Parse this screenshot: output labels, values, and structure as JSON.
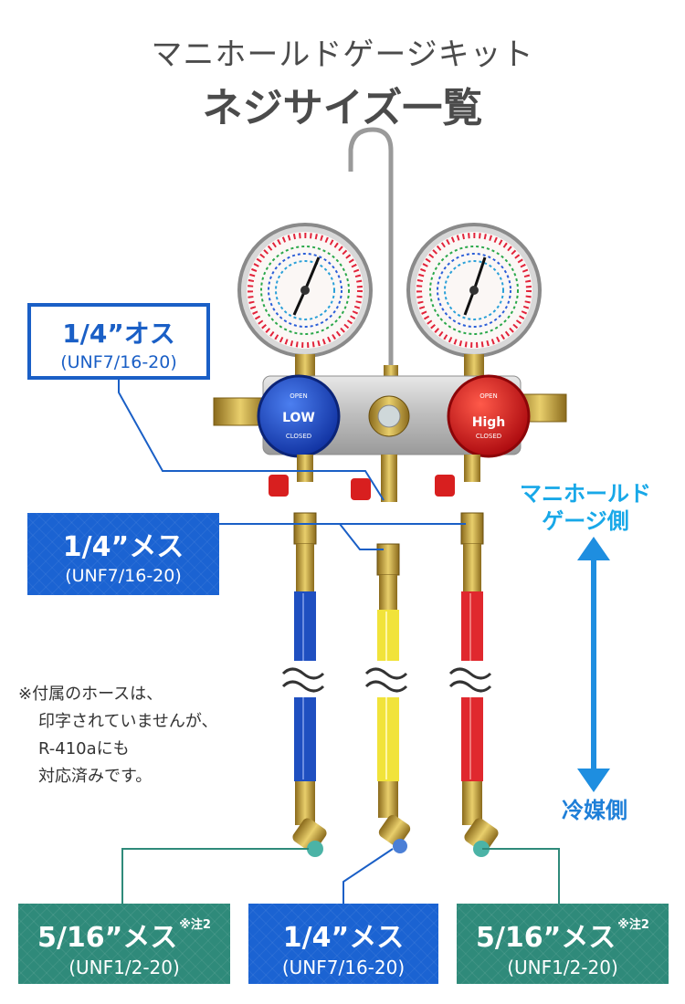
{
  "title": {
    "line1": "マニホールドゲージキット",
    "line2": "ネジサイズ一覧"
  },
  "labels": {
    "top_left": {
      "size": "1/4”オス",
      "spec": "(UNF7/16-20)"
    },
    "mid_left": {
      "size": "1/4”メス",
      "spec": "(UNF7/16-20)"
    },
    "bottom_left": {
      "size": "5/16”メス",
      "note": "※注2",
      "spec": "(UNF1/2-20)"
    },
    "bottom_center": {
      "size": "1/4”メス",
      "spec": "(UNF7/16-20)"
    },
    "bottom_right": {
      "size": "5/16”メス",
      "note": "※注2",
      "spec": "(UNF1/2-20)"
    }
  },
  "side": {
    "top_line1": "マニホールド",
    "top_line2": "ゲージ側",
    "bottom": "冷媒側"
  },
  "note": {
    "line1": "※付属のホースは、",
    "line2": "印字されていませんが、",
    "line3": "R-410aにも",
    "line4": "対応済みです。"
  },
  "gauges": {
    "low_knob_open": "OPEN",
    "low_knob_label": "LOW",
    "low_knob_closed": "CLOSED",
    "high_knob_open": "OPEN",
    "high_knob_label": "High",
    "high_knob_closed": "CLOSED"
  },
  "colors": {
    "accent_blue": "#1b63d2",
    "accent_green": "#2f8a7a",
    "side_cyan": "#18a8e8",
    "hose_blue": "#1f4fc0",
    "hose_yellow": "#f1e33a",
    "hose_red": "#e0282e"
  }
}
